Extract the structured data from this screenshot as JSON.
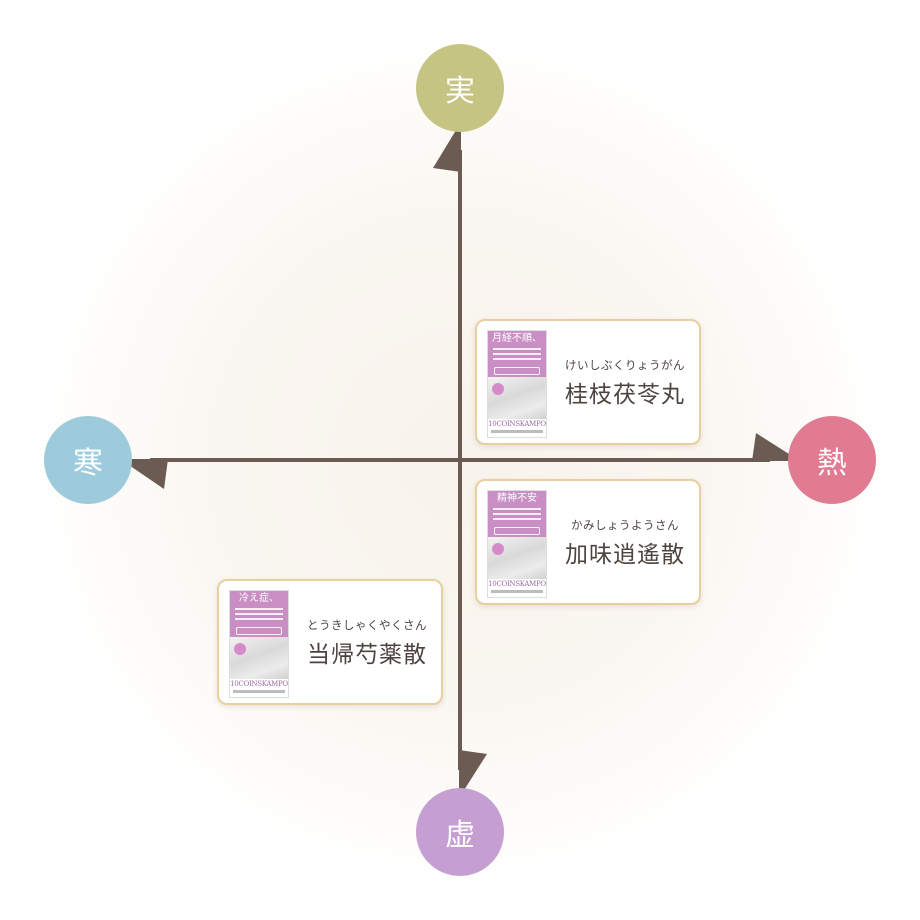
{
  "poles": {
    "top": {
      "label": "実",
      "color": "#c6c482"
    },
    "bottom": {
      "label": "虚",
      "color": "#c69fd2"
    },
    "left": {
      "label": "寒",
      "color": "#9dcbdc"
    },
    "right": {
      "label": "熱",
      "color": "#e07b92"
    }
  },
  "axis_color": "#6b5b53",
  "card_border_color": "#e8cfa0",
  "cards": [
    {
      "reading": "けいしぶくりょうがん",
      "name": "桂枝茯苓丸",
      "package": {
        "headline": "月経不順、",
        "brand": "10COINSKAMPO"
      }
    },
    {
      "reading": "かみしょうようさん",
      "name": "加味逍遙散",
      "package": {
        "headline": "精神不安",
        "brand": "10COINSKAMPO"
      }
    },
    {
      "reading": "とうきしゃくやくさん",
      "name": "当帰芍薬散",
      "package": {
        "headline": "冷え症、",
        "brand": "10COINSKAMPO"
      }
    }
  ]
}
